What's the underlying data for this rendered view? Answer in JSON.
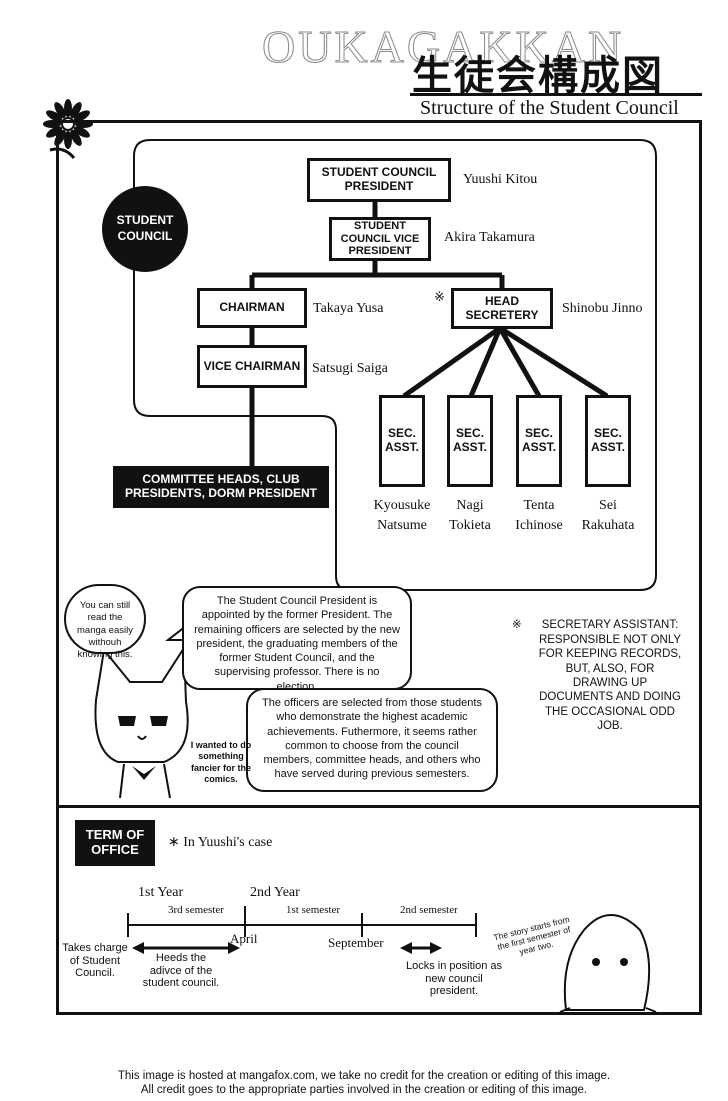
{
  "header": {
    "title_en": "OUKAGAKKAN",
    "title_jp": "生徒会構成図",
    "subtitle": "Structure of the Student Council"
  },
  "chart": {
    "council_badge": "STUDENT COUNCIL",
    "nodes": {
      "president": {
        "label": "STUDENT COUNCIL PRESIDENT",
        "name": "Yuushi Kitou"
      },
      "vice_president": {
        "label": "STUDENT COUNCIL VICE PRESIDENT",
        "name": "Akira Takamura"
      },
      "chairman": {
        "label": "CHAIRMAN",
        "name": "Takaya Yusa"
      },
      "vice_chairman": {
        "label": "VICE CHAIRMAN",
        "name": "Satsugi Saiga"
      },
      "head_secretary": {
        "label": "HEAD SECRETERY",
        "name": "Shinobu Jinno",
        "mark": "※"
      },
      "committee": {
        "label": "COMMITTEE HEADS, CLUB PRESIDENTS, DORM PRESIDENT"
      },
      "assistants": [
        {
          "label": "SEC. ASST.",
          "name_line1": "Kyousuke",
          "name_line2": "Natsume"
        },
        {
          "label": "SEC. ASST.",
          "name_line1": "Nagi",
          "name_line2": "Tokieta"
        },
        {
          "label": "SEC. ASST.",
          "name_line1": "Tenta",
          "name_line2": "Ichinose"
        },
        {
          "label": "SEC. ASST.",
          "name_line1": "Sei",
          "name_line2": "Rakuhata"
        }
      ]
    }
  },
  "bubbles": {
    "cat_small": "You can still read the manga easily withouh knowing this.",
    "election": "The Student Council President is appointed by the former President. The remaining officers are selected by the new president, the graduating members of the former Student Council, and the supervising professor. There is no election.",
    "officers": "The officers are selected from those students who demonstrate the highest academic achievements. Futhermore, it seems rather common to choose from the council members, committee heads, and others who have served during previous semesters.",
    "cat_side": "I wanted to do something fancier for the comics.",
    "boy": "The story starts from the first semester of year two."
  },
  "secretary_note": {
    "mark": "※",
    "text": "SECRETARY ASSISTANT: RESPONSIBLE NOT ONLY FOR KEEPING RECORDS, BUT, ALSO, FOR DRAWING UP DOCUMENTS AND DOING THE OCCASIONAL ODD JOB."
  },
  "term": {
    "box_label": "TERM OF OFFICE",
    "case_label": "∗ In Yuushi's case",
    "year1": "1st Year",
    "year2": "2nd Year",
    "sem3": "3rd semester",
    "sem1": "1st semester",
    "sem2": "2nd semester",
    "april": "April",
    "september": "September",
    "takes_charge": "Takes charge of Student Council.",
    "heeds": "Heeds the adivce of the student council.",
    "locks": "Locks in position as new council president."
  },
  "footer": {
    "line1": "This image is hosted at mangafox.com, we take no credit for the creation or editing of this image.",
    "line2": "All credit goes to the appropriate parties involved in the creation or editing of this image."
  }
}
